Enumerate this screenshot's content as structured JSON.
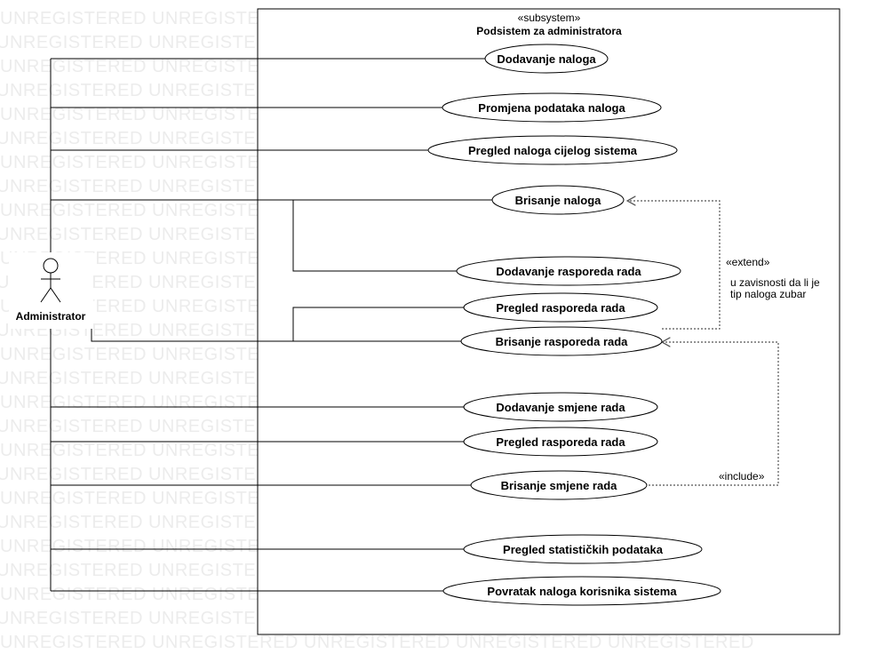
{
  "watermark": "UNREGISTERED UNREGISTERED UNREGISTERED UNREGISTERED UNREGISTERED",
  "subsystem": {
    "stereotype": "«subsystem»",
    "name": "Podsistem za administratora"
  },
  "actor": {
    "name": "Administrator"
  },
  "use_cases": [
    "Dodavanje naloga",
    "Promjena podataka naloga",
    "Pregled naloga cijelog sistema",
    "Brisanje naloga",
    "Dodavanje rasporeda rada",
    "Pregled rasporeda rada",
    "Brisanje rasporeda rada",
    "Dodavanje smjene rada",
    "Pregled rasporeda rada",
    "Brisanje smjene rada",
    "Pregled statističkih podataka",
    "Povratak naloga korisnika sistema"
  ],
  "relations": {
    "extend_label": "«extend»",
    "extend_note_line1": "u zavisnosti da li je",
    "extend_note_line2": "tip naloga zubar",
    "include_label": "«include»"
  }
}
